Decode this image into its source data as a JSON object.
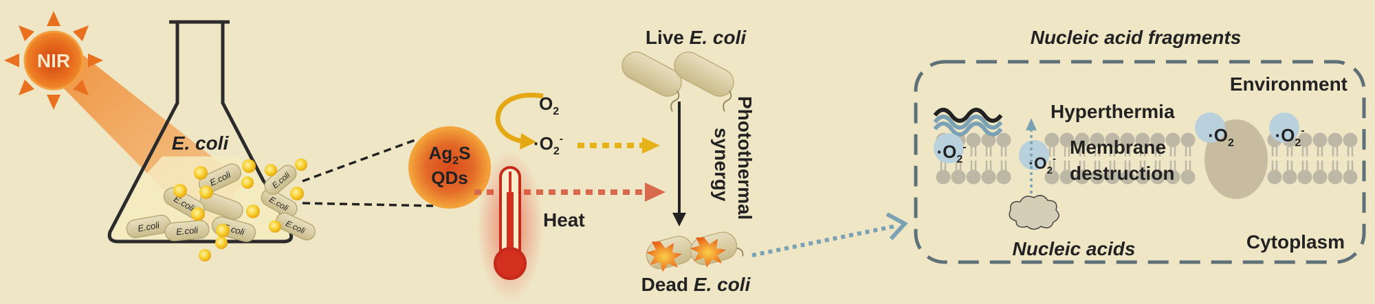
{
  "light": {
    "label": "NIR"
  },
  "flask": {
    "label": "E. coli",
    "cell_label": "E.coli"
  },
  "qd": {
    "line1": "Ag",
    "sub": "2",
    "line1_end": "S",
    "line2": "QDs"
  },
  "reactions": {
    "o2": "O",
    "o2_sub": "2",
    "superoxide": "·O",
    "superoxide_sub": "2",
    "superoxide_sup": "-",
    "heat": "Heat"
  },
  "bacteria": {
    "live_prefix": "Live ",
    "dead_prefix": "Dead ",
    "name": "E. coli",
    "synergy_line1": "Photothermal",
    "synergy_line2": "synergy"
  },
  "panel": {
    "title": "Nucleic acid fragments",
    "environment": "Environment",
    "cytoplasm": "Cytoplasm",
    "hyperthermia": "Hyperthermia",
    "membrane_line1": "Membrane",
    "membrane_line2": "destruction",
    "nucleic_acids": "Nucleic acids"
  },
  "colors": {
    "background": "#efe6c6",
    "nir_orange": "#e86b1f",
    "dash_yellow": "#e5b21a",
    "dash_red": "#d9694d",
    "dash_blue": "#7aa2b4",
    "panel_border": "#5f7178",
    "membrane_grey": "#bdb7a5",
    "rod": "#d8cca2"
  }
}
